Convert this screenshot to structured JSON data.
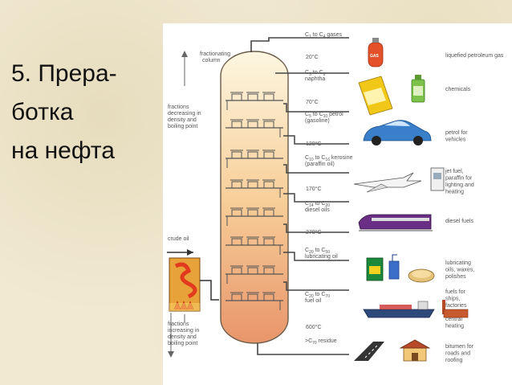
{
  "title_lines": [
    "5. Прера-",
    "ботка",
    "на нефта"
  ],
  "column_label": [
    "fractionating",
    "column"
  ],
  "decreasing_label": [
    "fractions",
    "decreasing in",
    "density and",
    "boiling point"
  ],
  "increasing_label": [
    "fractions",
    "increasing in",
    "density and",
    "boiling point"
  ],
  "crude_oil_label": "crude oil",
  "fractions": [
    {
      "formula": [
        "C",
        "1",
        " to C",
        "4",
        " gases"
      ],
      "name": "",
      "temp": "20°C",
      "product": [
        "liquefied petroleum gas"
      ],
      "icon": "gas-cylinder-icon"
    },
    {
      "formula": [
        "C",
        "5",
        " to C",
        "9"
      ],
      "name": "naphtha",
      "temp": "70°C",
      "product": [
        "chemicals"
      ],
      "icon": "chemicals-icon"
    },
    {
      "formula": [
        "C",
        "5",
        " to C",
        "10",
        " petrol"
      ],
      "name": "(gasoline)",
      "temp": "120°C",
      "product": [
        "petrol for",
        "vehicles"
      ],
      "icon": "car-icon"
    },
    {
      "formula": [
        "C",
        "10",
        " to C",
        "16",
        " kerosine"
      ],
      "name": "(paraffin oil)",
      "temp": "170°C",
      "product": [
        "jet fuel,",
        "paraffin for",
        "lighting and",
        "heating"
      ],
      "icon": "jet-icon"
    },
    {
      "formula": [
        "C",
        "14",
        " to C",
        "20"
      ],
      "name": "diesel oils",
      "temp": "270°C",
      "product": [
        "diesel fuels"
      ],
      "icon": "train-icon"
    },
    {
      "formula": [
        "C",
        "20",
        " to C",
        "50"
      ],
      "name": "lubricating oil",
      "temp": "",
      "product": [
        "lubricating",
        "oils, waxes,",
        "polishes"
      ],
      "icon": "lubricant-icon"
    },
    {
      "formula": [
        "C",
        "20",
        " to C",
        "70"
      ],
      "name": "fuel oil",
      "temp": "600°C",
      "product": [
        "fuels for",
        "ships,",
        "factories",
        "and",
        "central",
        "heating"
      ],
      "icon": "ship-icon"
    },
    {
      "formula": [
        ">C",
        "70",
        " residue"
      ],
      "name": "",
      "temp": "",
      "product": [
        "bitumen for",
        "roads and",
        "roofing"
      ],
      "icon": "road-icon"
    }
  ],
  "gas_can_text": "GAS",
  "colors": {
    "column_top": "#fdf3d6",
    "column_bottom": "#e89a6a",
    "furnace": "#e23a1e",
    "background": "#f1e9d2"
  }
}
